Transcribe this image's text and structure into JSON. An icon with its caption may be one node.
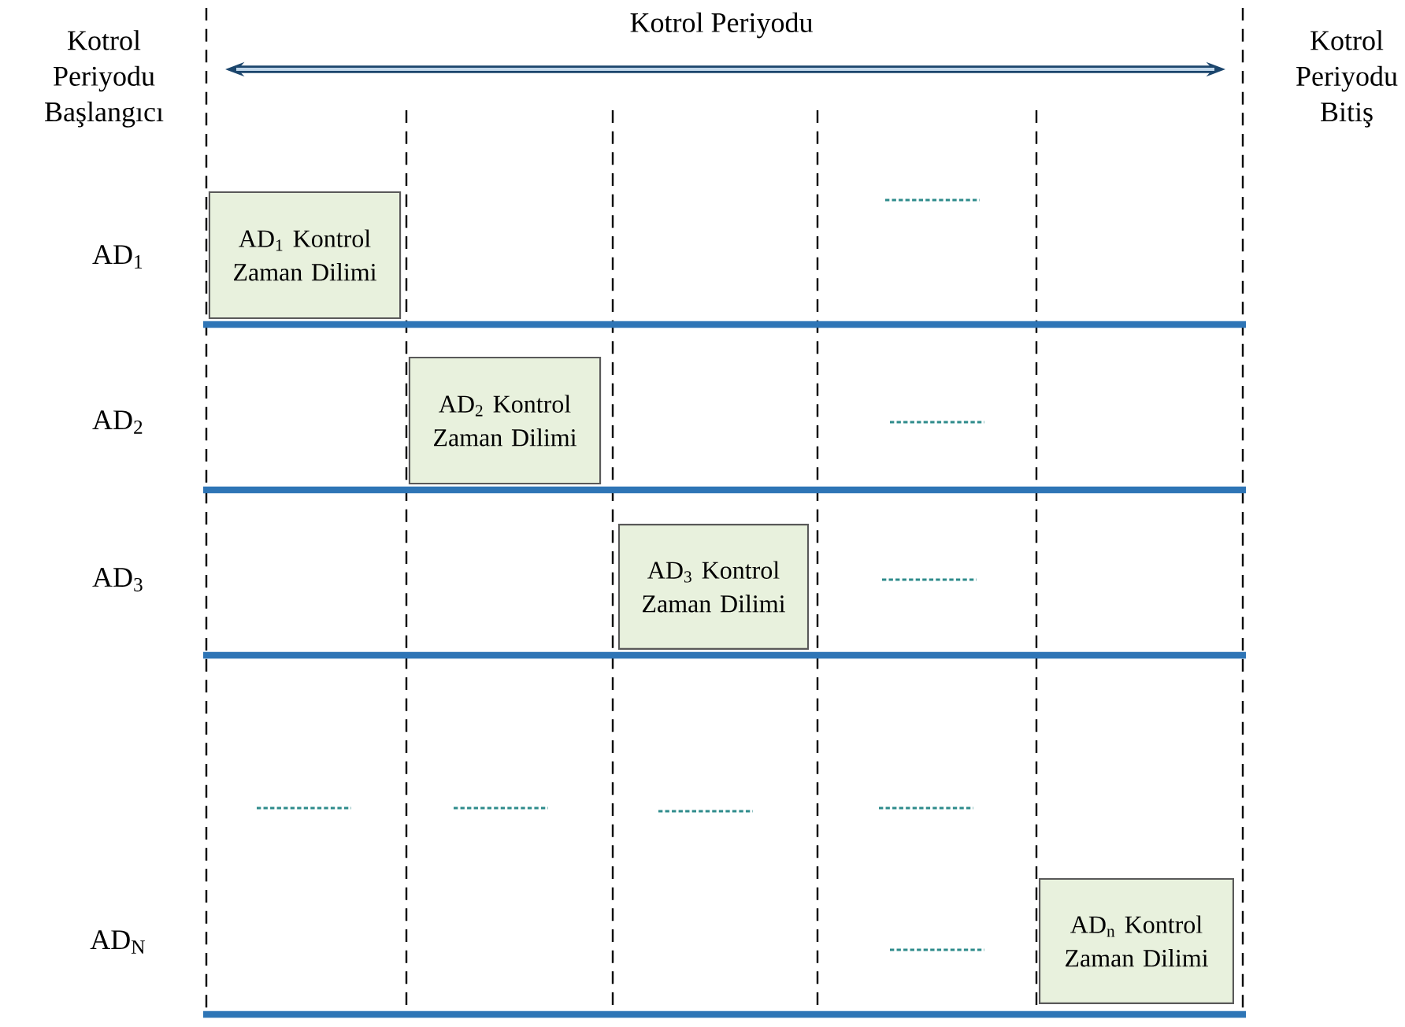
{
  "diagram": {
    "nodes": [
      {
        "text": [
          "AD$_{1}$ Kontrol Zaman Dilimi"
        ]
      },
      {
        "text": [
          "AD$_{2}$ Kontrol Zaman Dilimi"
        ]
      },
      {
        "text": [
          "AD$_{3}$ Kontrol Zaman Dilimi"
        ]
      },
      {
        "text": [
          "AD$_{n}$ Kontrol Zaman Dilimi"
        ]
      }
    ],
    "labels": [
      "Kotrol Periyodu Başlangıcı",
      "Kotrol Periyodu",
      "Kotrol Periyodu Bitiş",
      "AD$_{1}$",
      "AD$_{2}$",
      "AD$_{3}$",
      "AD$_{N}$"
    ]
  }
}
